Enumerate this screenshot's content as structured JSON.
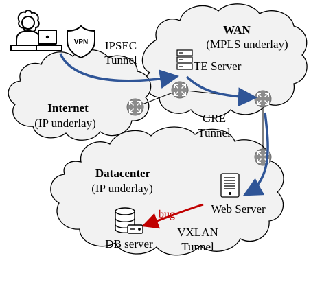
{
  "labels": {
    "wan_title": "WAN",
    "wan_sub": "(MPLS underlay)",
    "te_server": "TE Server",
    "internet_title": "Internet",
    "internet_sub": "(IP underlay)",
    "ipsec_line1": "IPSEC",
    "ipsec_line2": "Tunnel",
    "gre_line1": "GRE",
    "gre_line2": "Tunnel",
    "datacenter_title": "Datacenter",
    "datacenter_sub": "(IP underlay)",
    "web_server": "Web Server",
    "bug": "bug",
    "db_server": "DB server",
    "vxlan_line1": "VXLAN",
    "vxlan_line2": "Tunnel",
    "vpn_badge": "VPN"
  },
  "colors": {
    "tunnel_arrow": "#2f5597",
    "bug_arrow": "#c00000",
    "cloud_fill": "#f2f2f2",
    "cloud_stroke": "#000000",
    "router_fill": "#8c8c8c"
  },
  "icons": [
    "user-at-laptop-icon",
    "vpn-shield-icon",
    "server-rack-icon",
    "router-icon",
    "database-server-icon"
  ]
}
